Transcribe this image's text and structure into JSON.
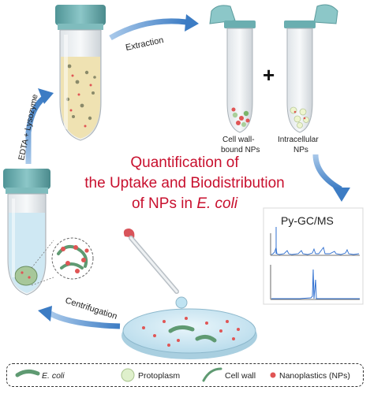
{
  "steps": {
    "extraction": "Extraction",
    "edta": "EDTA + Lysozyme",
    "centrifugation": "Centrifugation",
    "plus": "+"
  },
  "tubes": {
    "cell_wall_line1": "Cell wall-",
    "cell_wall_line2": "bound NPs",
    "intracellular_line1": "Intracellular",
    "intracellular_line2": "NPs"
  },
  "title": {
    "line1": "Quantification of",
    "line2": "the Uptake and  Biodistribution",
    "line3_prefix": "of NPs in ",
    "line3_italic": "E. coli"
  },
  "instrument": {
    "label": "Py-GC/MS"
  },
  "legend": {
    "ecoli": "E. coli",
    "protoplasm": "Protoplasm",
    "cell_wall": "Cell wall",
    "nanoplastics": "Nanoplastics (NPs)"
  },
  "colors": {
    "title": "#c8102e",
    "arrow": "#4a86c8",
    "cap": "#6aaeb0",
    "np_red": "#e05555",
    "bacteria_green": "#5f9a72",
    "protoplasm": "#dff0cc",
    "spectrum_blue": "#2f6fd0"
  }
}
